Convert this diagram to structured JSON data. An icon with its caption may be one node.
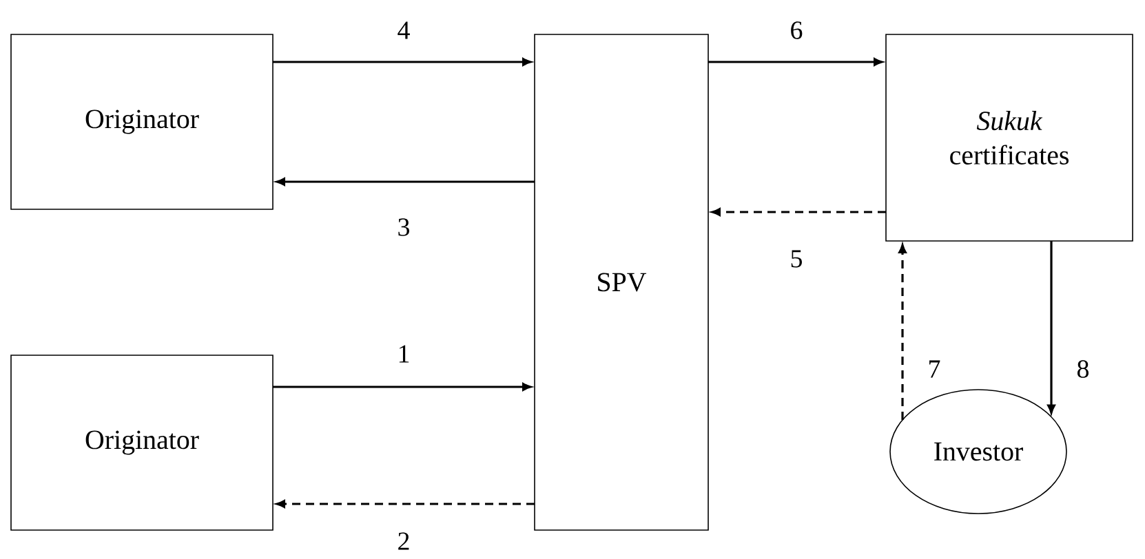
{
  "diagram": {
    "nodes": [
      {
        "text": [
          "Originator"
        ]
      },
      {
        "text": [
          "Originator"
        ]
      },
      {
        "text": [
          "SPV"
        ]
      },
      {
        "text": [
          "*Sukuk* certificates"
        ]
      },
      {
        "text": [
          "Investor"
        ]
      }
    ],
    "edges": [
      {
        "from": 1,
        "to": 2,
        "arrow": "to",
        "label": "1"
      },
      {
        "from": 2,
        "to": 1,
        "arrow": "to",
        "label": "2",
        "style": "dashed"
      },
      {
        "from": 2,
        "to": 0,
        "arrow": "to",
        "label": "3"
      },
      {
        "from": 0,
        "to": 2,
        "arrow": "to",
        "label": "4"
      },
      {
        "from": 3,
        "to": 2,
        "arrow": "to",
        "label": "5",
        "style": "dashed"
      },
      {
        "from": 2,
        "to": 3,
        "arrow": "to",
        "label": "6"
      },
      {
        "from": 4,
        "to": 3,
        "arrow": "to",
        "label": "7",
        "style": "dashed"
      },
      {
        "from": 3,
        "to": 4,
        "arrow": "to",
        "label": "8"
      }
    ]
  }
}
